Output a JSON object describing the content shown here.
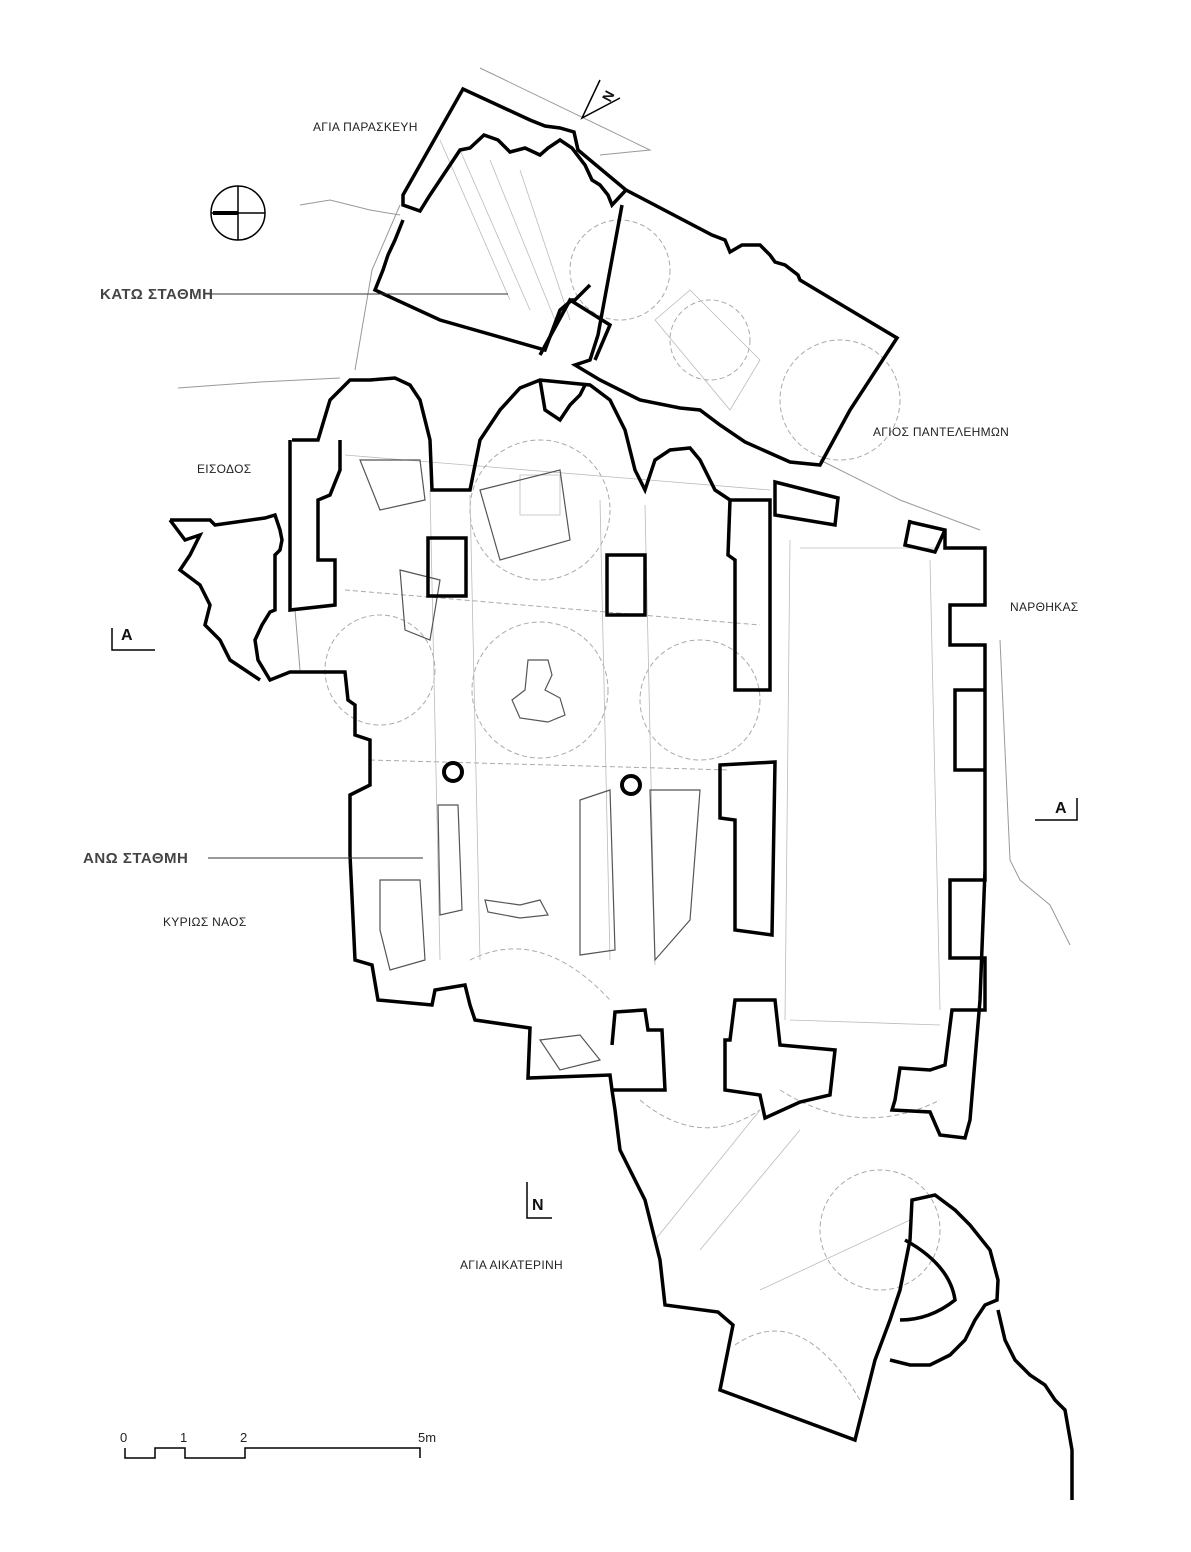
{
  "labels": {
    "agia_paraskevi": "ΑΓΙΑ ΠΑΡΑΣΚΕΥΗ",
    "kato_stathmi": "ΚΑΤΩ ΣΤΑΘΜΗ",
    "eisodos": "ΕΙΣΟΔΟΣ",
    "agios_panteleimon": "ΑΓΙΟΣ ΠΑΝΤΕΛΕΗΜΩΝ",
    "narthikas": "ΝΑΡΘΗΚΑΣ",
    "ano_stathmi": "ΑΝΩ ΣΤΑΘΜΗ",
    "kyrios_naos": "ΚΥΡΙΩΣ ΝΑΟΣ",
    "agia_aikaterini": "ΑΓΙΑ ΑΙΚΑΤΕΡΙΝΗ"
  },
  "section_markers": {
    "left": "A",
    "right": "A"
  },
  "north_markers": {
    "upper": "N",
    "lower": "N"
  },
  "scale_bar": {
    "ticks": [
      "0",
      "1",
      "2",
      "5m"
    ]
  }
}
